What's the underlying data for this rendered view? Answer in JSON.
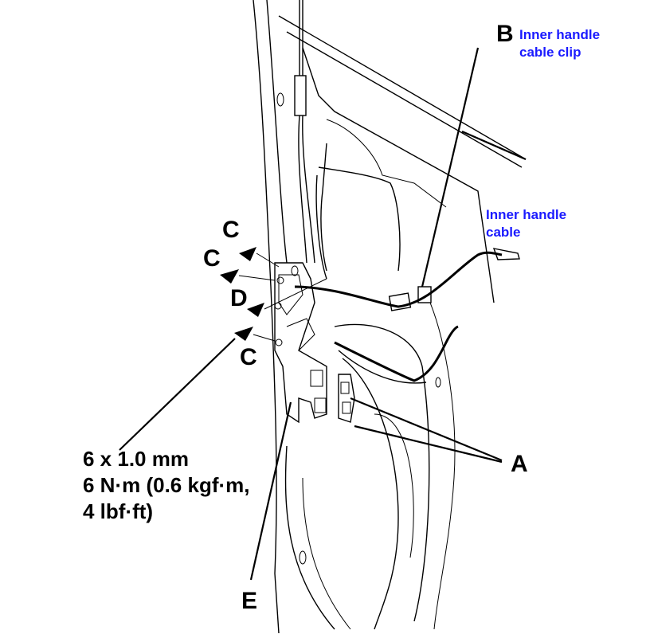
{
  "labels": {
    "a": "A",
    "b": "B",
    "c1": "C",
    "c2": "C",
    "c3": "C",
    "d": "D",
    "e": "E"
  },
  "annotations": {
    "inner_handle_cable_clip": [
      "Inner handle",
      "cable clip"
    ],
    "inner_handle_cable": [
      "Inner handle",
      "cable"
    ]
  },
  "spec": {
    "lines": [
      "6 x 1.0 mm",
      "6 N·m (0.6 kgf·m,",
      "4 lbf·ft)"
    ]
  },
  "colors": {
    "annotation": "#1a1aff",
    "line": "#000000"
  }
}
